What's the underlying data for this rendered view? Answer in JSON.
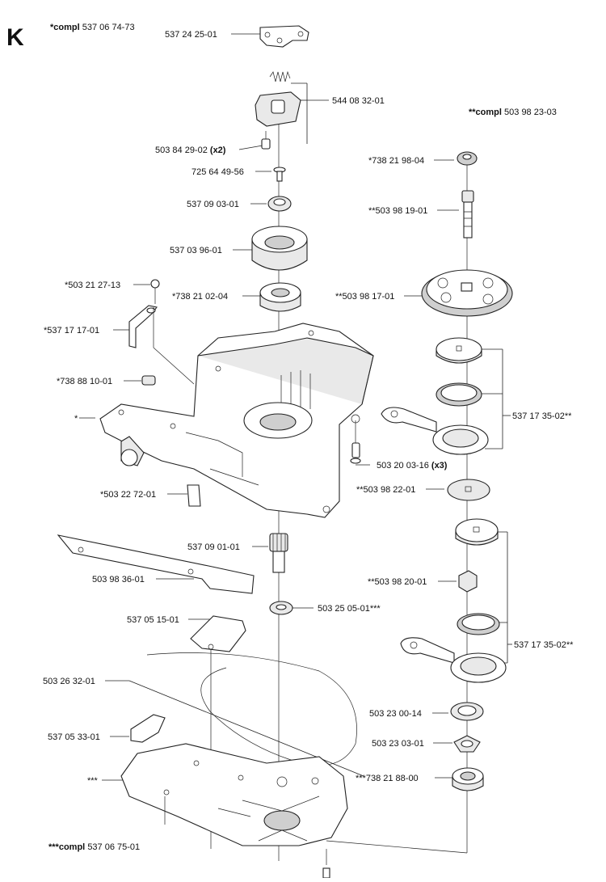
{
  "section_letter": "K",
  "header_left": {
    "prefix": "*compl",
    "number": "537 06 74-73"
  },
  "header_right": {
    "prefix": "**compl",
    "number": "503 98 23-03"
  },
  "footer_left": {
    "prefix": "***compl",
    "number": "537 06 75-01"
  },
  "labels": {
    "p5372425": "537 24 25-01",
    "p5440832": "544 08 32-01",
    "p5038429": "503 84 29-02",
    "p5038429_qty": "(x2)",
    "p7256449": "725 64 49-56",
    "p5370903": "537 09 03-01",
    "p5370396": "537 03 96-01",
    "p5032127": "*503 21 27-13",
    "p7382102": "*738 21 02-04",
    "p5371717": "*537 17 17-01",
    "p7388810": "*738 88 10-01",
    "star": "*",
    "p5032272": "*503 22 72-01",
    "p5032003": "503 20 03-16",
    "p5032003_qty": "(x3)",
    "p5370901": "537 09 01-01",
    "p5039836": "503 98 36-01",
    "p5032505": "503 25 05-01***",
    "p5370515": "537 05 15-01",
    "p5032632": "503 26 32-01",
    "p5370533": "537 05 33-01",
    "triple": "***",
    "p7382198": "*738 21 98-04",
    "p5039819": "**503 98 19-01",
    "p5039817": "**503 98 17-01",
    "p5371735a": "537 17 35-02**",
    "p5039822": "**503 98 22-01",
    "p5039820": "**503 98 20-01",
    "p5371735b": "537 17 35-02**",
    "p5032300": "503 23 00-14",
    "p5032303": "503 23 03-01",
    "p7382188": "***738 21 88-00"
  }
}
